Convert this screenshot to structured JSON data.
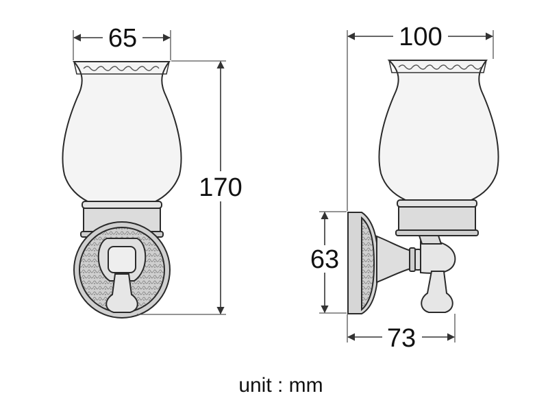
{
  "dimensions": {
    "width_front": "65",
    "height_total": "170",
    "depth_total": "100",
    "base_height": "63",
    "projection": "73"
  },
  "unit_label": "unit : mm",
  "colors": {
    "glass_fill": "#f4f4f4",
    "metal_fill": "#d9d9d9",
    "metal_dark": "#a8a8a8",
    "ornament_fill": "#c4c4c4",
    "line_color": "#333333"
  }
}
